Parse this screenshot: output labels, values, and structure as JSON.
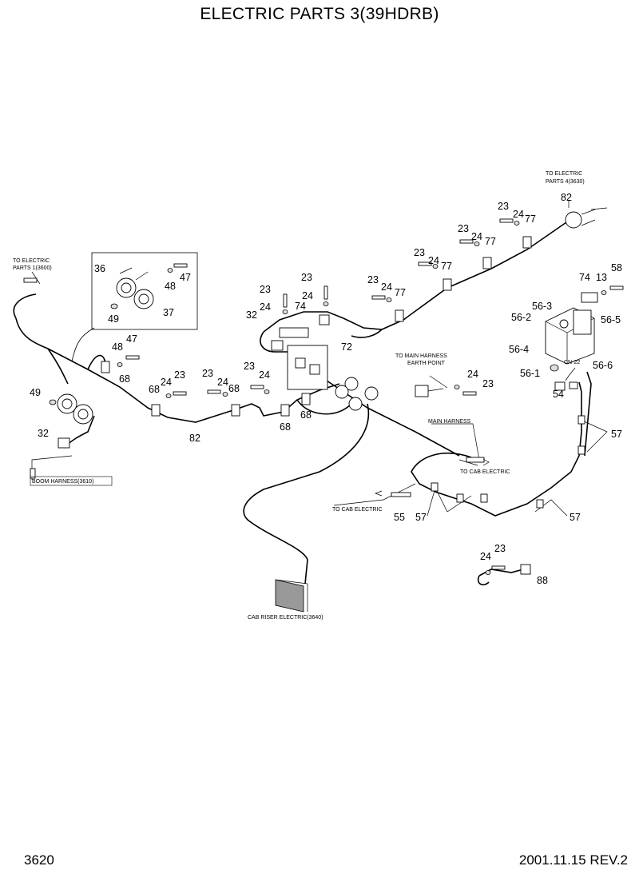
{
  "header": {
    "title": "ELECTRIC PARTS 3(39HDRB)"
  },
  "footer": {
    "page": "3620",
    "date_rev": "2001.11.15  REV.2"
  },
  "notes": {
    "to_electric_4_l1": "TO ELECTRIC",
    "to_electric_4_l2": "PARTS 4(3630)",
    "to_electric_1_l1": "TO ELECTRIC",
    "to_electric_1_l2": "PARTS 1(3600)",
    "to_main_harness_l1": "TO MAIN HARNESS",
    "to_main_harness_l2": "EARTH POINT",
    "main_harness": "MAIN HARNESS",
    "to_cab_electric_1": "TO CAB ELECTRIC",
    "to_cab_electric_2": "TO CAB ELECTRIC",
    "boom_harness": "BOOM HARNESS(3610)",
    "cab_riser": "CAB RISER ELECTRIC(3640)",
    "cn22": "CN-22"
  },
  "labels": {
    "l82a": "82",
    "l23a": "23",
    "l24a": "24",
    "l77a": "77",
    "l23b": "23",
    "l24b": "24",
    "l77b": "77",
    "l23c": "23",
    "l24c": "24",
    "l77c": "77",
    "l23d": "23",
    "l24d": "24",
    "l77d": "77",
    "l36": "36",
    "l48a": "48",
    "l47a": "47",
    "l49a": "49",
    "l37": "37",
    "l23e": "23",
    "l23f": "23",
    "l24e": "24",
    "l74a": "74",
    "l24f": "24",
    "l32a": "32",
    "l72": "72",
    "l47b": "47",
    "l48b": "48",
    "l68a": "68",
    "l68b": "68",
    "l24g": "24",
    "l23g": "23",
    "l23h": "23",
    "l24h": "24",
    "l68c": "68",
    "l23i": "23",
    "l24i": "24",
    "l68d": "68",
    "l68e": "68",
    "l49b": "49",
    "l82b": "82",
    "l32b": "32",
    "l74b": "74",
    "l13": "13",
    "l58": "58",
    "l56_3": "56-3",
    "l56_2": "56-2",
    "l56_5": "56-5",
    "l56_4": "56-4",
    "l56_1": "56-1",
    "l56_6": "56-6",
    "l54": "54",
    "l24j": "24",
    "l23j": "23",
    "l57a": "57",
    "l55": "55",
    "l57b": "57",
    "l57c": "57",
    "l24k": "24",
    "l23k": "23",
    "l88": "88"
  }
}
